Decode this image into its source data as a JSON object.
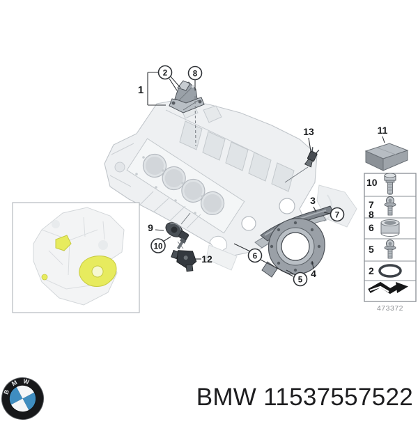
{
  "page": {
    "background": "#ffffff"
  },
  "diagram": {
    "callouts": {
      "mount_group": {
        "label": "1"
      },
      "mount_item": {
        "label": "2"
      },
      "mount_bolt": {
        "label": "8"
      },
      "temp_sensor": {
        "label": "13"
      },
      "seal_kit": {
        "label": "11"
      },
      "chain_rail": {
        "label": "3"
      },
      "rail_bolt": {
        "label": "7"
      },
      "end_plate": {
        "label": "4"
      },
      "plate_screw_a": {
        "label": "6"
      },
      "plate_screw_b": {
        "label": "5"
      },
      "knock_sensor": {
        "label": "9"
      },
      "knock_bolt": {
        "label": "10"
      },
      "crank_sensor": {
        "label": "12"
      }
    },
    "drawing_number": "473372"
  },
  "sidebar": {
    "rows": [
      {
        "labels": [
          "10"
        ],
        "icon": "hex-bolt"
      },
      {
        "labels": [
          "7",
          "8"
        ],
        "icon": "flange-bolt"
      },
      {
        "labels": [
          "6"
        ],
        "icon": "dowel-sleeve"
      },
      {
        "labels": [
          "5"
        ],
        "icon": "flange-bolt"
      },
      {
        "labels": [
          "2"
        ],
        "icon": "o-ring"
      },
      {
        "labels": [],
        "icon": "direction-arrow"
      }
    ]
  },
  "footer": {
    "brand": "BMW",
    "part_number": "11537557522",
    "logo_letters": [
      "B",
      "M",
      "W"
    ]
  },
  "colors": {
    "highlight_yellow": "#e7eb5e",
    "line_gray": "#c0c5ca",
    "part_dark": "#42474d",
    "callout_black": "#1a1c1e",
    "logo_blue": "#3f8dc0",
    "drawing_number_gray": "#8d9094"
  }
}
